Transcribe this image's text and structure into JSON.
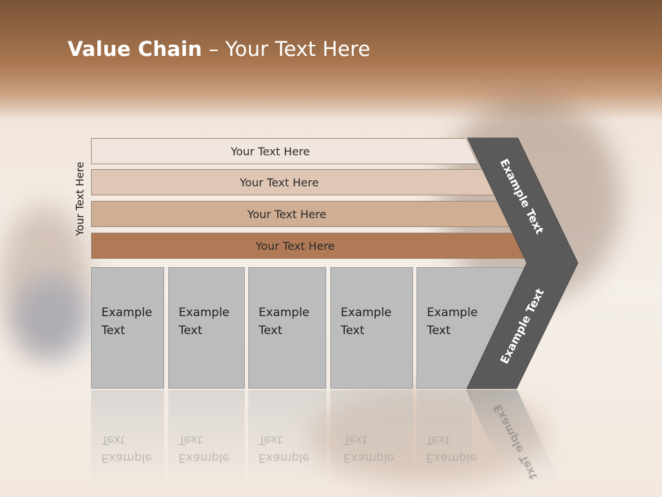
{
  "slide": {
    "title_bold": "Value Chain",
    "title_rest": " – Your Text Here",
    "side_label": "Your Text Here"
  },
  "bars": [
    {
      "label": "Your Text Here",
      "color": "#f1e6df"
    },
    {
      "label": "Your Text Here",
      "color": "#e0c7b5"
    },
    {
      "label": "Your Text Here",
      "color": "#cfae94"
    },
    {
      "label": "Your Text Here",
      "color": "#b07a56"
    }
  ],
  "boxes": [
    {
      "line1": "Example",
      "line2": "Text"
    },
    {
      "line1": "Example",
      "line2": "Text"
    },
    {
      "line1": "Example",
      "line2": "Text"
    },
    {
      "line1": "Example",
      "line2": "Text"
    },
    {
      "line1": "Example",
      "line2": "Text"
    }
  ],
  "chevron": {
    "upper_label": "Example Text",
    "lower_label": "Example Text",
    "color": "#5a5a5a"
  }
}
